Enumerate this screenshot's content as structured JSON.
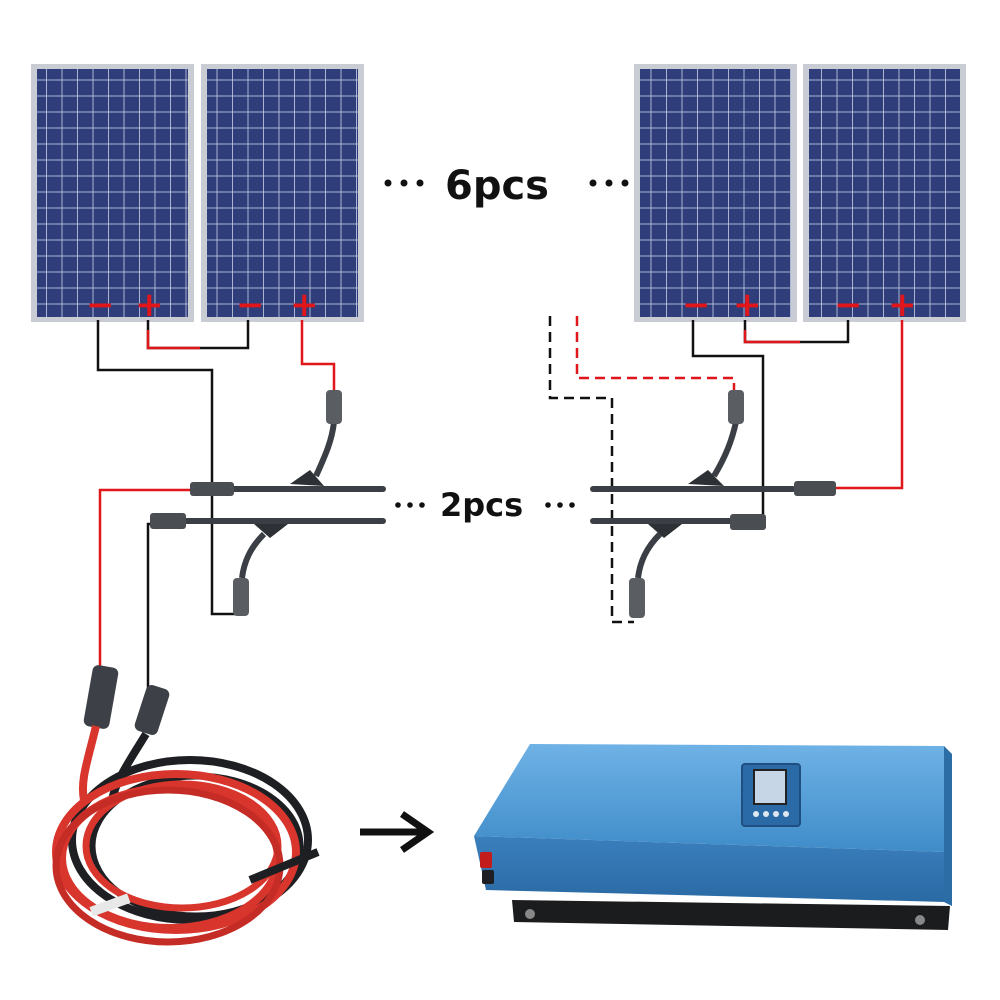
{
  "labels": {
    "panels_count": "6pcs",
    "branch_count": "2pcs",
    "neg_sign": "−",
    "pos_sign": "+"
  },
  "panels": [
    {
      "name": "solar-panel-1"
    },
    {
      "name": "solar-panel-2"
    },
    {
      "name": "solar-panel-3"
    },
    {
      "name": "solar-panel-4"
    }
  ],
  "colors": {
    "positive_wire": "#e0161b",
    "negative_wire": "#111111",
    "panel_cell": "#2f3d7a",
    "panel_frame": "#c9ccd2",
    "inverter_body": "#3b86c8"
  },
  "icons": {
    "arrow": "arrow-right-icon",
    "connector": "mc4-connector-icon",
    "branch": "y-branch-connector-icon"
  }
}
